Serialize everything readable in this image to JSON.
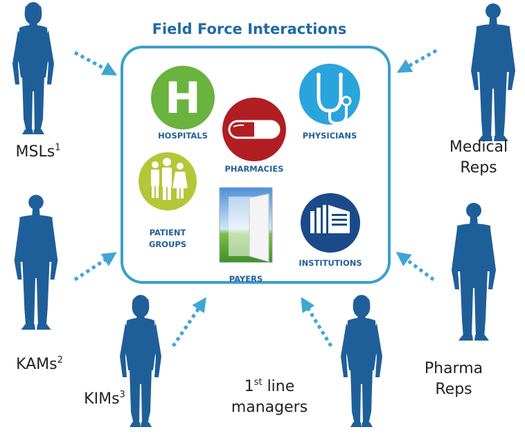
{
  "title": "Field Force Interactions",
  "categories": {
    "hospitals": "HOSPITALS",
    "pharmacies": "PHARMACIES",
    "physicians": "PHYSICIANS",
    "patient_groups_line1": "PATIENT",
    "patient_groups_line2": "GROUPS",
    "payers": "PAYERS",
    "institutions": "INSTITUTIONS"
  },
  "hospital_letter": "H",
  "roles": {
    "msls": {
      "label": "MSLs",
      "sup": "1"
    },
    "medical_reps_line1": "Medical",
    "medical_reps_line2": "Reps",
    "kams": {
      "label": "KAMs",
      "sup": "2"
    },
    "kims": {
      "label": "KIMs",
      "sup": "3"
    },
    "first_line_managers": {
      "prefix": "1",
      "sup": "st",
      "rest": " line",
      "line2": "managers"
    },
    "pharma_reps_line1": "Pharma",
    "pharma_reps_line2": "Reps"
  },
  "colors": {
    "title": "#1f6aa6",
    "frame": "#3aa0cc",
    "silhouette": "#1f5f99",
    "arrow": "#3fa6d4",
    "hospitals": "#6ab33e",
    "pharmacies": "#b01e23",
    "physicians": "#2aa4dc",
    "patient_groups": "#b3c739",
    "institutions": "#1a4a8a"
  }
}
